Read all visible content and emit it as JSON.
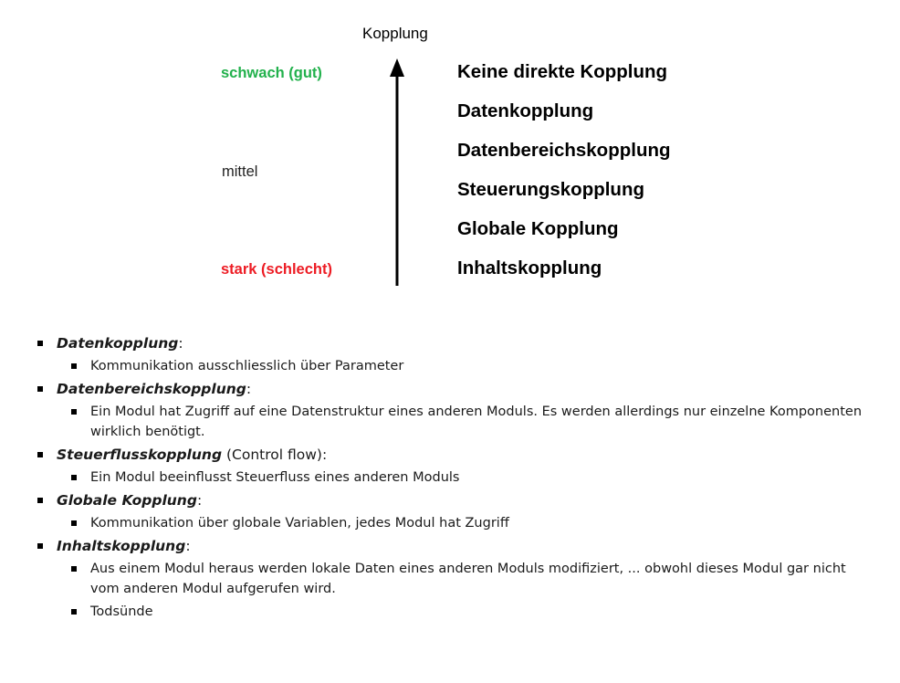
{
  "diagram": {
    "axis_title": "Kopplung",
    "scale": {
      "weak": "schwach (gut)",
      "medium": "mittel",
      "strong": "stark (schlecht)"
    },
    "colors": {
      "weak": "#22b14c",
      "strong": "#ed1c24"
    },
    "levels": [
      "Keine direkte Kopplung",
      "Datenkopplung",
      "Datenbereichskopplung",
      "Steuerungskopplung",
      "Globale Kopplung",
      "Inhaltskopplung"
    ]
  },
  "notes": [
    {
      "term": "Datenkopplung",
      "suffix": ":",
      "details": [
        "Kommunikation ausschliesslich über Parameter"
      ]
    },
    {
      "term": "Datenbereichskopplung",
      "suffix": ":",
      "details": [
        "Ein Modul hat Zugriff auf eine Datenstruktur eines anderen Moduls. Es werden allerdings nur einzelne Komponenten wirklich benötigt."
      ]
    },
    {
      "term": "Steuerflusskopplung",
      "suffix": " (Control flow):",
      "details": [
        "Ein Modul beeinflusst Steuerfluss eines anderen Moduls"
      ]
    },
    {
      "term": "Globale Kopplung",
      "suffix": ":",
      "details": [
        "Kommunikation über globale Variablen, jedes Modul hat Zugriff"
      ]
    },
    {
      "term": "Inhaltskopplung",
      "suffix": ":",
      "details": [
        "Aus einem Modul heraus werden lokale Daten eines anderen Moduls modifiziert, ... obwohl dieses Modul gar nicht vom anderen Modul aufgerufen wird.",
        "Todsünde"
      ]
    }
  ]
}
